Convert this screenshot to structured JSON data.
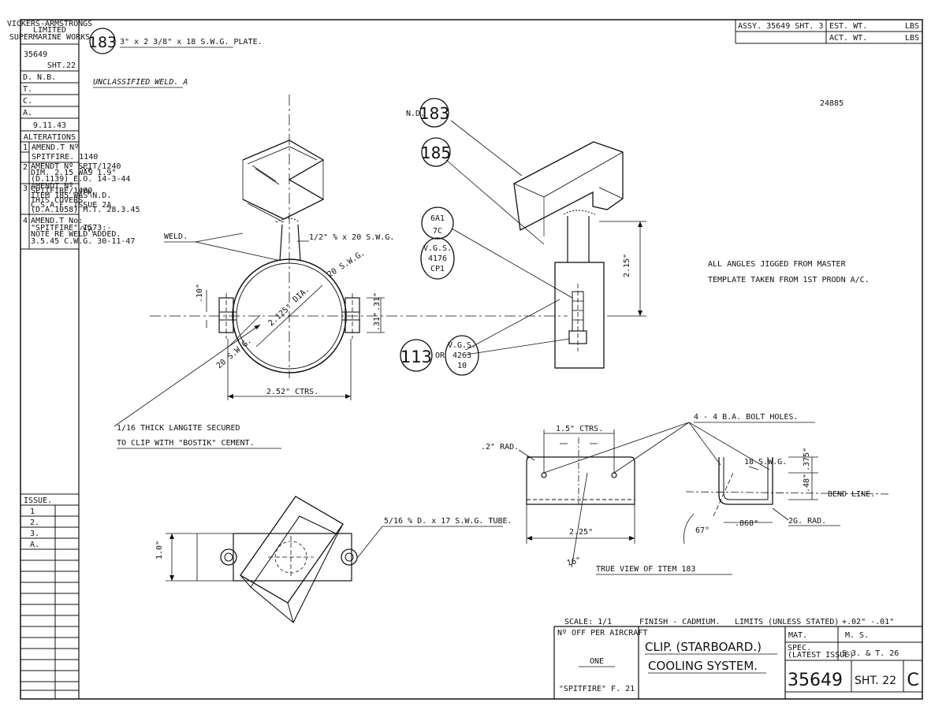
{
  "sidebar": {
    "company": [
      "VICKERS-ARMSTRONGS",
      "LIMITED",
      "SUPERMARINE WORKS"
    ],
    "drawing_no": "35649",
    "sheet": "SHT.22",
    "rows": [
      "D. N.B.",
      "T.",
      "C.",
      "A."
    ],
    "date": "9.11.43",
    "alterations_title": "ALTERATIONS",
    "alterations": [
      {
        "num": "1",
        "text": [
          "AMEND.T Nº",
          "SPITFIRE. 1140"
        ]
      },
      {
        "num": "2",
        "text": [
          "AMENDT Nº SPIT/1240",
          "DIM. 2.15 WAS 1.9\"",
          "(D.1139) E.O. 14-3-44"
        ]
      },
      {
        "num": "3",
        "text": [
          "AMENDT Nº",
          "SPITFIRE/1480",
          "ITEM 185 WAS N.D.",
          "THIS COVERS",
          "C.S.A.F. ISSUE 2A",
          "(D.A.1058) M.T. 28.3.45"
        ]
      },
      {
        "num": "4",
        "text": [
          "AMEND.T No:",
          "\"SPITFIRE\" 1573:-",
          "NOTE RE WELD ADDED.",
          "3.5.45 C.W.G. 30-11-47"
        ]
      }
    ],
    "issue_label": "ISSUE.",
    "issues": [
      "1",
      "2.",
      "3.",
      "A."
    ]
  },
  "header": {
    "assy": "ASSY. 35649 SHT. 3",
    "est_wt": "EST. WT.",
    "act_wt": "ACT. WT.",
    "unit": "LBS",
    "stamp_number": "24885"
  },
  "part": {
    "item_no": "183",
    "description": "3\" x 2 3/8\" x 18 S.W.G. PLATE.",
    "weld_note": "UNCLASSIFIED WELD. A"
  },
  "labels": {
    "weld": "WELD.",
    "tube": "1/2\" % x 20 S.W.G.",
    "dia": "DIA.",
    "swg_top": "20 S.W.G.",
    "r2125": "2.125\"",
    "swg_left": "20 S.W.G.",
    "ctrs": "2.52\" CTRS.",
    "d10": ".10\"",
    "d31a": ".31\"",
    "d31b": ".31\"",
    "langite_1": "1/16 THICK LANGITE SECURED",
    "langite_2": "TO CLIP WITH \"BOSTIK\" CEMENT.",
    "nd": "N.D.",
    "b183": "183",
    "b185": "185",
    "b113": "113",
    "or": "OR",
    "b6a1": [
      "6A1",
      "7C"
    ],
    "vgs4176": [
      "V.G.S.",
      "4176",
      "CP1"
    ],
    "vgs4263": [
      "V.G.S.",
      "4263",
      "10"
    ],
    "d215": "2.15\"",
    "angles_1": "ALL ANGLES JIGGED FROM MASTER",
    "angles_2": "TEMPLATE TAKEN FROM 1ST PRODN A/C.",
    "tube2": "5/16 % D. x 17 S.W.G. TUBE.",
    "d10b": "1.0\"",
    "ctrs15": "1.5\" CTRS.",
    "rad2": ".2\" RAD.",
    "d225": "2.25\"",
    "d16": "16\"",
    "bolt_holes": "4 - 4 B.A. BOLT HOLES.",
    "swg18": "18 S.W.G.",
    "d375": ".375\"",
    "d48": ".48\"",
    "bend_line": "BEND LINE.",
    "angle67": "67°",
    "d868": ".868\"",
    "rad26": "2G. RAD.",
    "true_view": "TRUE VIEW OF ITEM 183"
  },
  "title_block": {
    "scale": "SCALE: 1/1",
    "finish": "FINISH - CADMIUM.",
    "limits": "LIMITS (UNLESS STATED)",
    "tolerance": "+.02\" -.01\"",
    "off_label": "Nº OFF PER AIRCRAFT",
    "quantity": "ONE",
    "aircraft": "\"SPITFIRE\" F. 21",
    "title_1": "CLIP. (STARBOARD.)",
    "title_2": "COOLING SYSTEM.",
    "mat_label": "MAT.",
    "mat": "M. S.",
    "spec_label_1": "SPEC.",
    "spec_label_2": "(LATEST ISSUE)",
    "spec": "S.3. & T. 26",
    "drawing_no": "35649",
    "sheet": "SHT. 22",
    "rev": "C"
  }
}
